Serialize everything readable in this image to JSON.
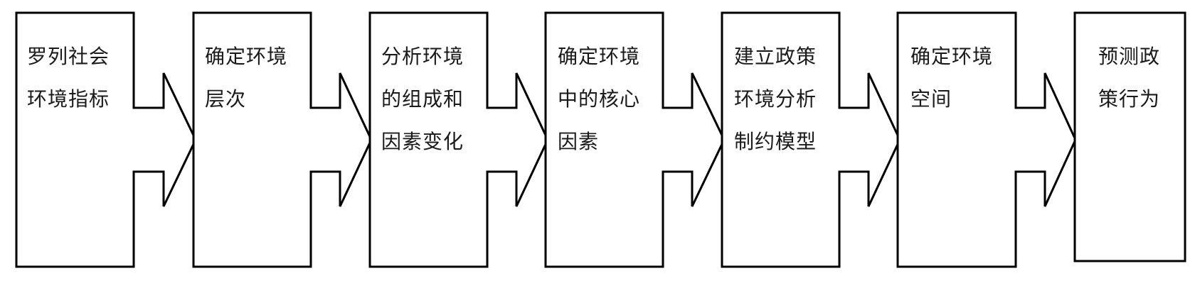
{
  "steps": [
    {
      "id": "step-1",
      "label": "罗列社会\n环境指标"
    },
    {
      "id": "step-2",
      "label": "确定环境\n层次"
    },
    {
      "id": "step-3",
      "label": "分析环境\n的组成和\n因素变化"
    },
    {
      "id": "step-4",
      "label": "确定环境\n中的核心\n因素"
    },
    {
      "id": "step-5",
      "label": "建立政策\n环境分析\n制约模型"
    },
    {
      "id": "step-6",
      "label": "确定环境\n空间"
    },
    {
      "id": "step-7",
      "label": "预测政\n策行为"
    }
  ],
  "colors": {
    "stroke": "#000000",
    "fill": "#ffffff",
    "text": "#1a1a1a"
  }
}
